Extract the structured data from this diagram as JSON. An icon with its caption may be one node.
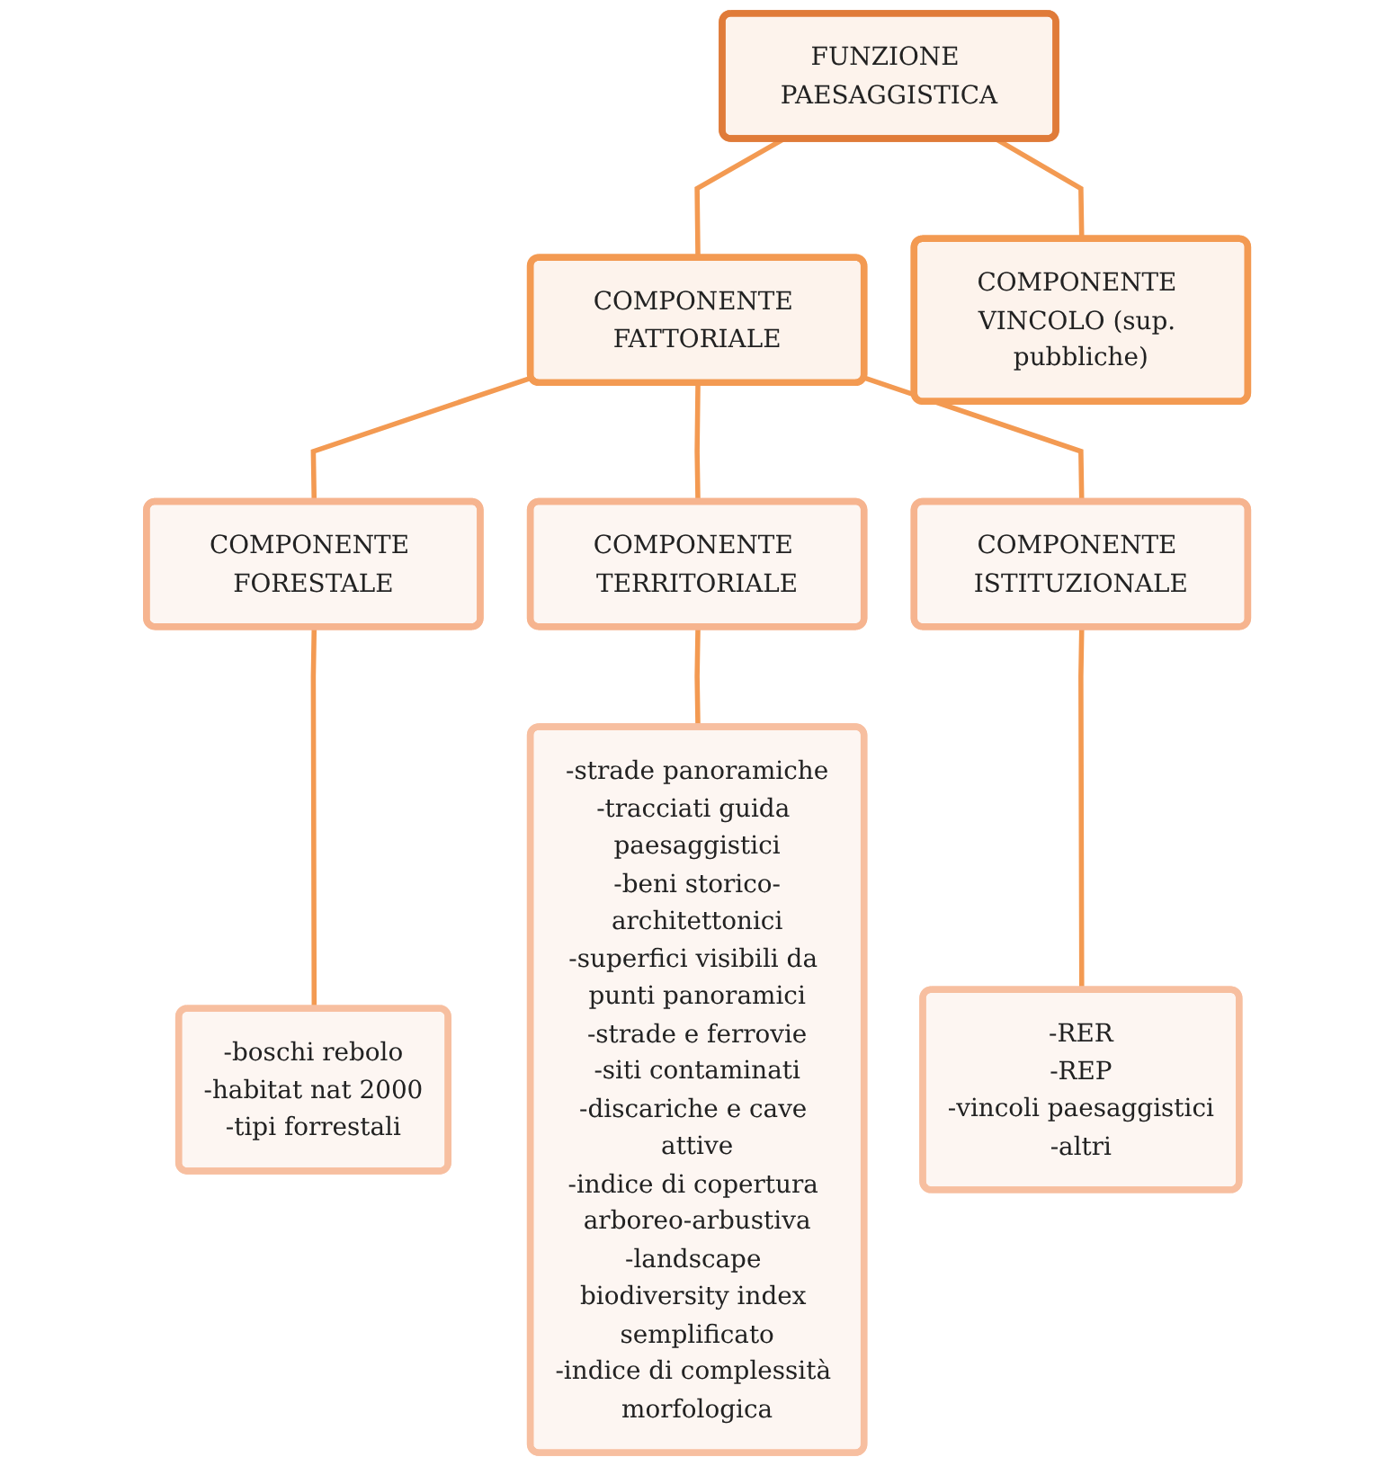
{
  "diagram": {
    "nodes": [
      {
        "text": [
          "FUNZIONE PAESAGGISTICA"
        ]
      },
      {
        "text": [
          "COMPONENTE FATTORIALE"
        ]
      },
      {
        "text": [
          "COMPONENTE VINCOLO (sup. pubbliche)"
        ]
      },
      {
        "text": [
          "COMPONENTE FORESTALE"
        ]
      },
      {
        "text": [
          "COMPONENTE TERRITORIALE"
        ]
      },
      {
        "text": [
          "COMPONENTE ISTITUZIONALE"
        ]
      },
      {
        "text": [
          "-boschi rebolo",
          "-habitat nat 2000",
          "-tipi forrestali"
        ]
      },
      {
        "text": [
          "-strade panoramiche",
          "-tracciati guida paesaggistici",
          "-beni storico-architettonici",
          "-superfici visibili da punti panoramici",
          "-strade e ferrovie",
          "-siti contaminati",
          "-discariche e cave attive",
          "-indice di copertura arboreo-arbustiva",
          "-landscape biodiversity index semplificato",
          "-indice di complessità morfologica"
        ]
      },
      {
        "text": [
          "-RER",
          "-REP",
          "-vincoli paesaggistici",
          "-altri"
        ]
      }
    ],
    "edges": [
      {
        "from": 0,
        "to": 1,
        "arrow": "none"
      },
      {
        "from": 0,
        "to": 2,
        "arrow": "none"
      },
      {
        "from": 1,
        "to": 3,
        "arrow": "none"
      },
      {
        "from": 1,
        "to": 4,
        "arrow": "none"
      },
      {
        "from": 1,
        "to": 5,
        "arrow": "none"
      },
      {
        "from": 3,
        "to": 6,
        "arrow": "none"
      },
      {
        "from": 4,
        "to": 7,
        "arrow": "none"
      },
      {
        "from": 5,
        "to": 8,
        "arrow": "none"
      }
    ]
  }
}
